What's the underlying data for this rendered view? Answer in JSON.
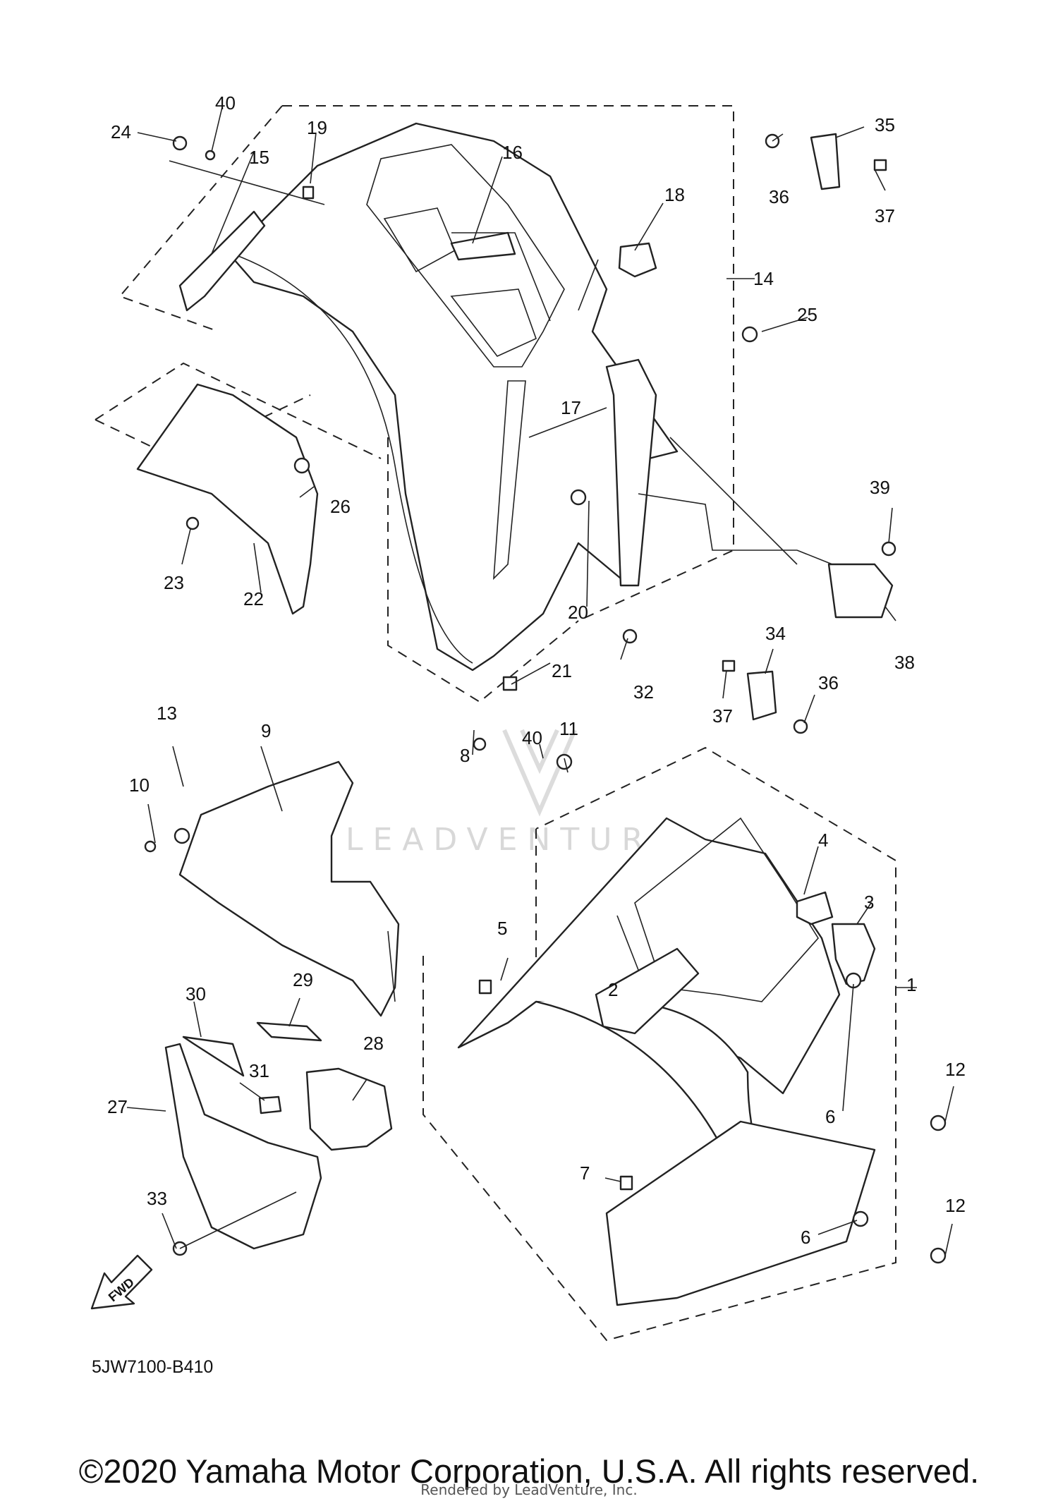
{
  "diagram": {
    "code": "5JW7100-B410",
    "watermark": "LEADVENTURE",
    "fwd_label": "FWD",
    "callouts": [
      "1",
      "2",
      "3",
      "4",
      "5",
      "6",
      "6",
      "7",
      "8",
      "9",
      "10",
      "11",
      "12",
      "12",
      "13",
      "14",
      "15",
      "16",
      "17",
      "18",
      "19",
      "20",
      "21",
      "22",
      "23",
      "24",
      "25",
      "26",
      "27",
      "28",
      "29",
      "30",
      "31",
      "32",
      "33",
      "34",
      "35",
      "36",
      "36",
      "37",
      "37",
      "38",
      "39",
      "40",
      "40"
    ]
  },
  "footer": {
    "copyright": "©2020 Yamaha Motor Corporation, U.S.A. All rights reserved.",
    "rendered_by": "Rendered by LeadVenture, Inc."
  }
}
